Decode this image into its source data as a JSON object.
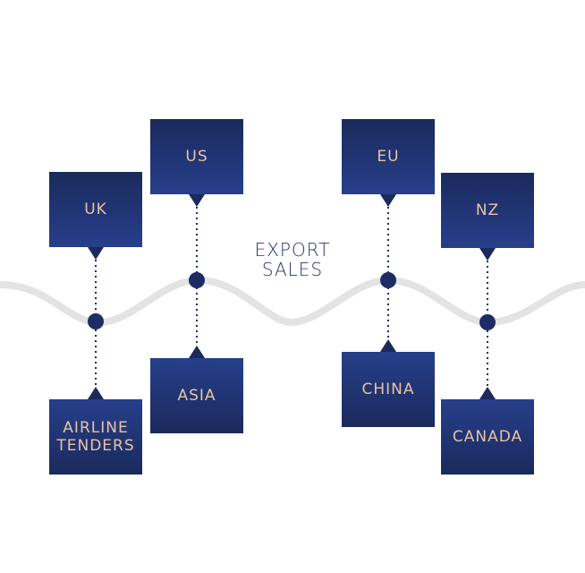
{
  "title": {
    "line1": "EXPORT",
    "line2": "SALES"
  },
  "colors": {
    "box": "#1f3170",
    "text": "#e8c3a0",
    "title": "#22356b",
    "wave": "#e1e1e1",
    "dot": "#1d2d63"
  },
  "nodes": {
    "uk": "UK",
    "us": "US",
    "eu": "EU",
    "nz": "NZ",
    "airline": {
      "line1": "AIRLINE",
      "line2": "TENDERS"
    },
    "asia": "ASIA",
    "china": "CHINA",
    "canada": "CANADA"
  }
}
